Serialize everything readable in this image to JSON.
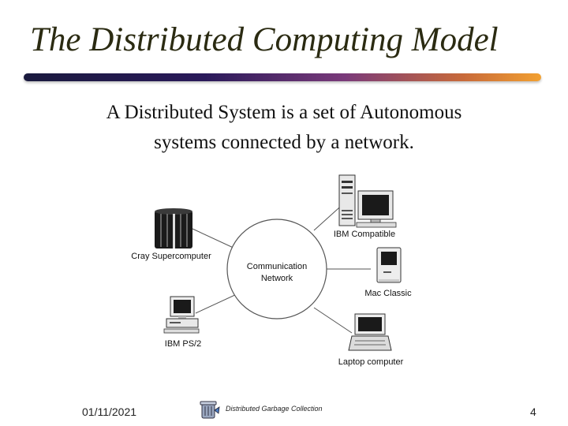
{
  "slide": {
    "title": "The Distributed Computing Model",
    "subtitle_line1": "A Distributed System is a set of Autonomous",
    "subtitle_line2": "systems connected by a network."
  },
  "diagram": {
    "hub_line1": "Communication",
    "hub_line2": "Network",
    "nodes": {
      "cray": "Cray Supercomputer",
      "ibm_compatible": "IBM Compatible",
      "mac": "Mac Classic",
      "ibm_ps2": "IBM PS/2",
      "laptop": "Laptop computer"
    }
  },
  "footer": {
    "date": "01/11/2021",
    "center": "Distributed Garbage Collection",
    "page": "4"
  },
  "icons": [
    "cray-supercomputer-icon",
    "ibm-compatible-pc-icon",
    "mac-classic-icon",
    "ibm-ps2-icon",
    "laptop-icon",
    "recycle-bin-icon"
  ],
  "colors": {
    "title": "#2b2b12",
    "bar_start": "#1a1a3e",
    "bar_end": "#f2a030"
  }
}
